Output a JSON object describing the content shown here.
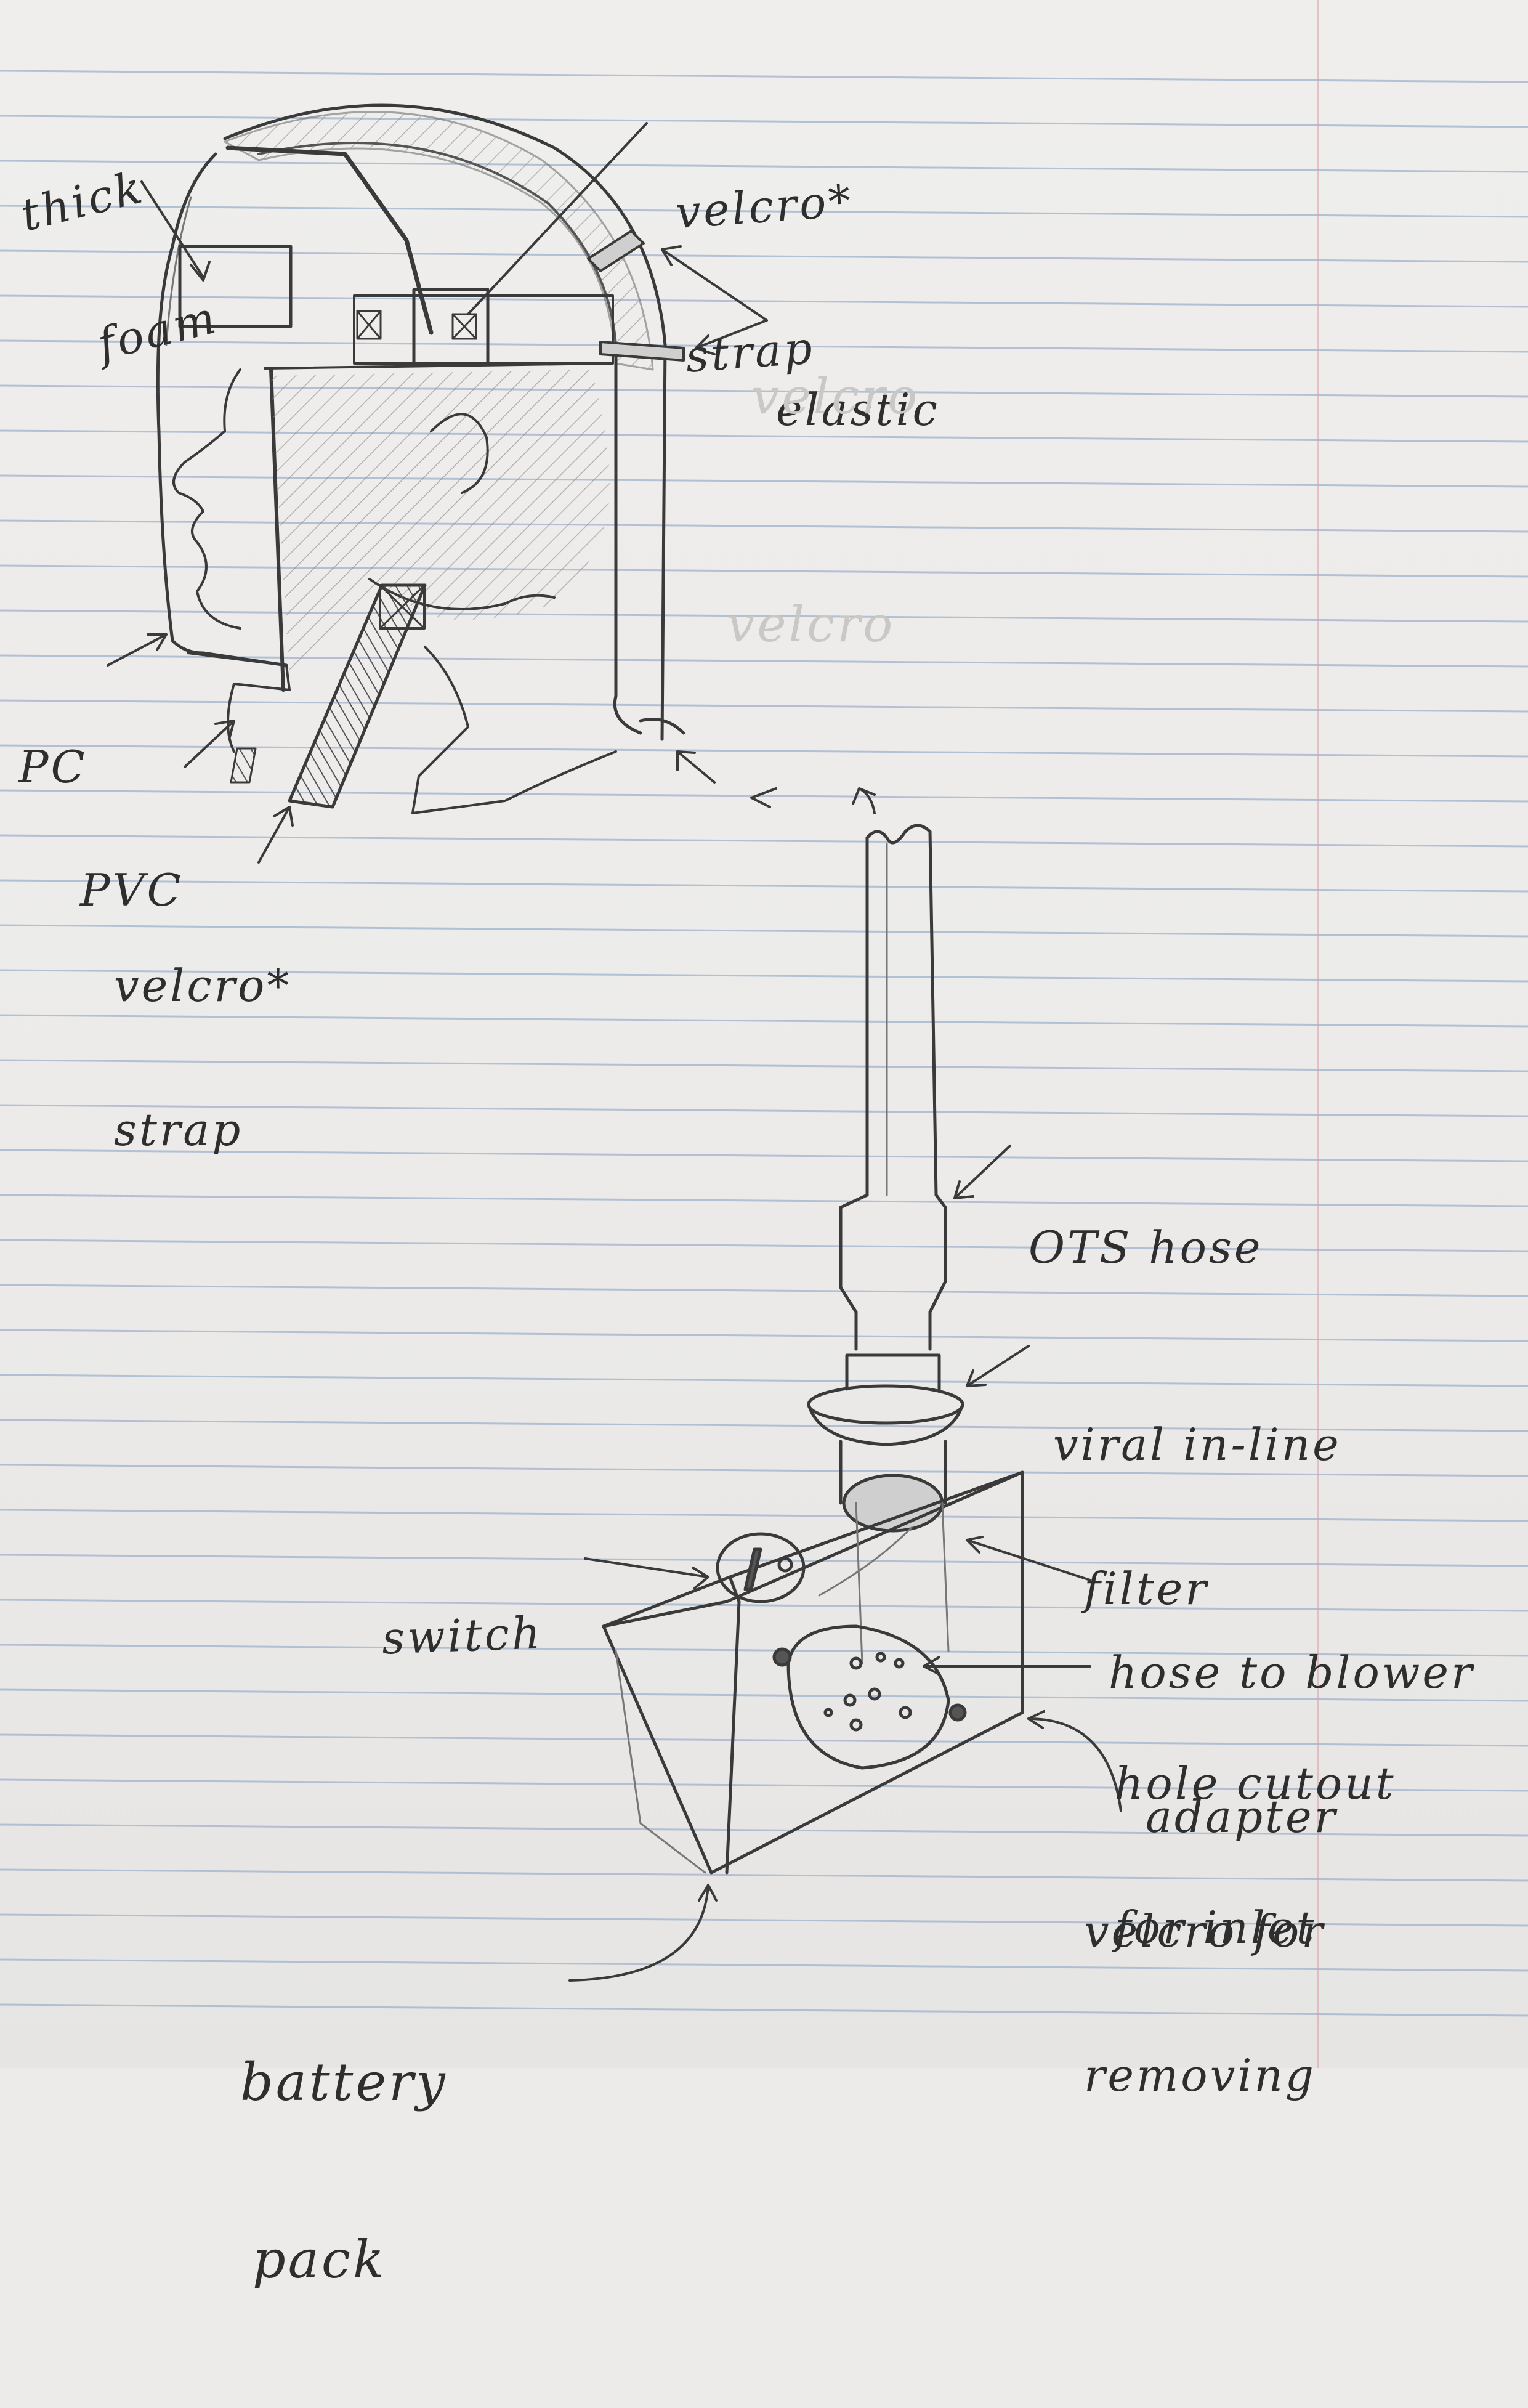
{
  "labels": {
    "thick_foam": [
      "thick",
      "foam"
    ],
    "velcro_strap_top": [
      "velcro*",
      "strap"
    ],
    "elastic": "elastic",
    "pc": "PC",
    "pvc": "PVC",
    "velcro_strap_bottom": [
      "velcro*",
      "strap"
    ],
    "ots_hose": "OTS hose",
    "viral_filter": [
      "viral in-line",
      "filter"
    ],
    "switch": "switch",
    "hose_to_blower": [
      "hose to blower",
      "adapter"
    ],
    "hole_cutout": [
      "hole cutout",
      "for inlet"
    ],
    "velcro_removing": [
      "velcro for",
      "removing"
    ],
    "battery_pack": [
      "battery",
      "pack"
    ]
  },
  "faint_text": [
    "velcro",
    "velcro"
  ],
  "colors": {
    "paper": "#ecebe9",
    "rule_line": "#9eb2cc",
    "margin_line": "#d9a0a6",
    "pencil": "#3a3a3a"
  }
}
